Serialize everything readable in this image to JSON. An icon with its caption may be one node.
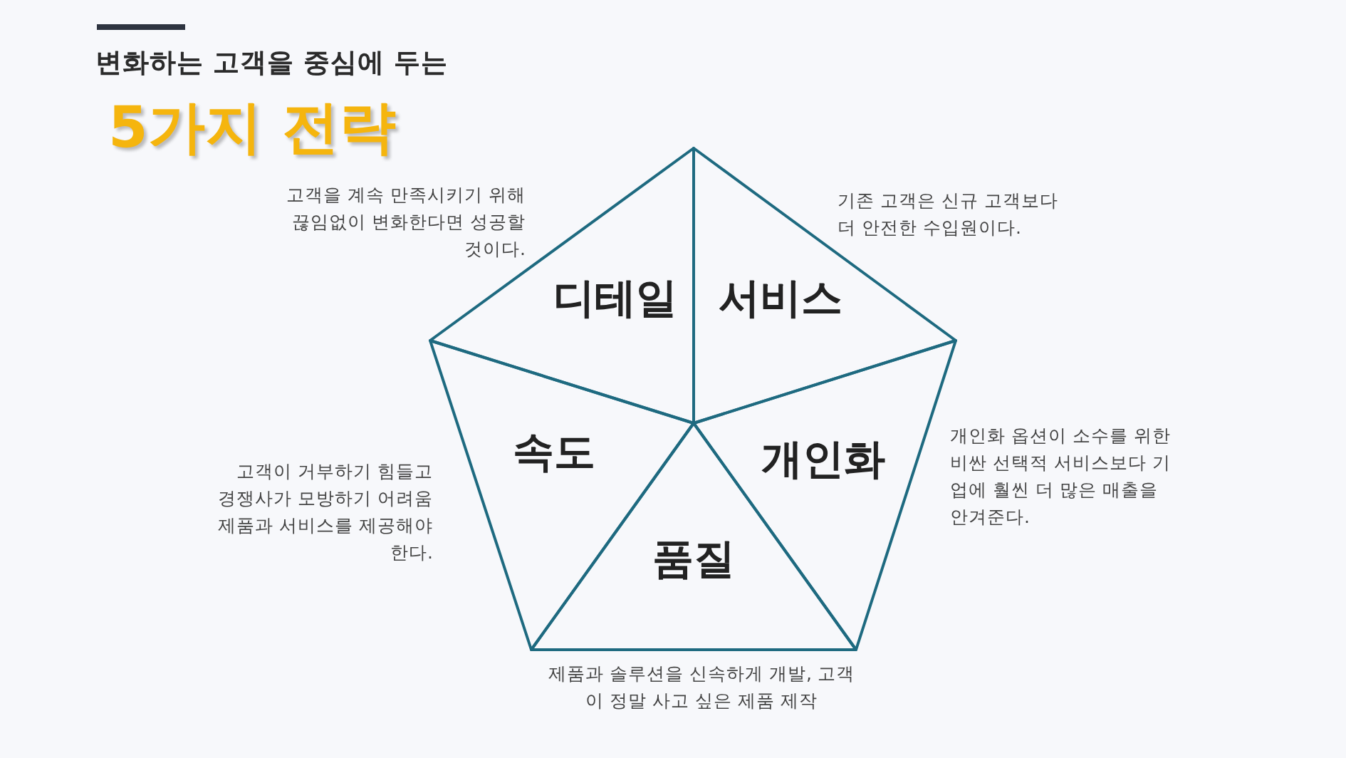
{
  "diagram": {
    "title": "5가지 전략",
    "nodes": [
      {
        "text": [
          "디테일"
        ],
        "beside": [
          "고객을 계속 만족시키기 위해 끊임없이 변화한다면 성공할 것이다."
        ]
      },
      {
        "text": [
          "서비스"
        ],
        "beside": [
          "기존 고객은 신규 고객보다 더 안전한 수입원이다."
        ]
      },
      {
        "text": [
          "개인화"
        ],
        "beside": [
          "개인화 옵션이 소수를 위한 비싼 선택적 서비스보다 기업에 훨씬 더 많은 매출을 안겨준다."
        ]
      },
      {
        "text": [
          "품질"
        ],
        "beside": [
          "제품과 솔루션을 신속하게 개발, 고객이 정말 사고 싶은 제품 제작"
        ]
      },
      {
        "text": [
          "속도"
        ],
        "beside": [
          "고객이 거부하기 힘들고 경쟁사가 모방하기 어려움 제품과 서비스를 제공해야한다."
        ]
      }
    ],
    "labels": [
      "변화하는 고객을 중심에 두는"
    ]
  }
}
